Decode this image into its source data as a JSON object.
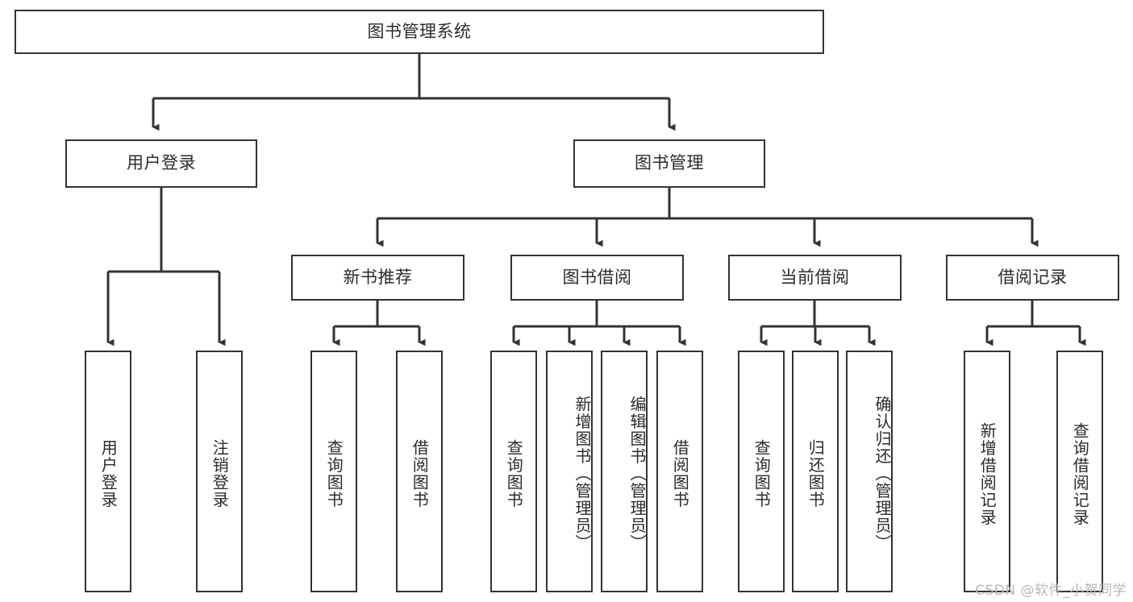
{
  "diagram": {
    "title_node": {
      "label": "图书管理系统"
    },
    "level2": [
      {
        "label": "用户登录"
      },
      {
        "label": "图书管理"
      }
    ],
    "level3": [
      {
        "label": "新书推荐"
      },
      {
        "label": "图书借阅"
      },
      {
        "label": "当前借阅"
      },
      {
        "label": "借阅记录"
      }
    ],
    "leaves_user_login": [
      {
        "label": "用户登录"
      },
      {
        "label": "注销登录"
      }
    ],
    "leaves_new_book": [
      {
        "label": "查询图书"
      },
      {
        "label": "借阅图书"
      }
    ],
    "leaves_borrow": [
      {
        "label": "查询图书"
      },
      {
        "label": "新增图书（管理员）"
      },
      {
        "label": "编辑图书（管理员）"
      },
      {
        "label": "借阅图书"
      }
    ],
    "leaves_current": [
      {
        "label": "查询图书"
      },
      {
        "label": "归还图书"
      },
      {
        "label": "确认归还（管理员）"
      }
    ],
    "leaves_records": [
      {
        "label": "新增借阅记录"
      },
      {
        "label": "查询借阅记录"
      }
    ],
    "watermark": "CSDN @软件_小贺同学",
    "colors": {
      "stroke": "#333333",
      "text": "#2b2b2b",
      "background": "#ffffff",
      "watermark": "#b9b9b9"
    }
  }
}
